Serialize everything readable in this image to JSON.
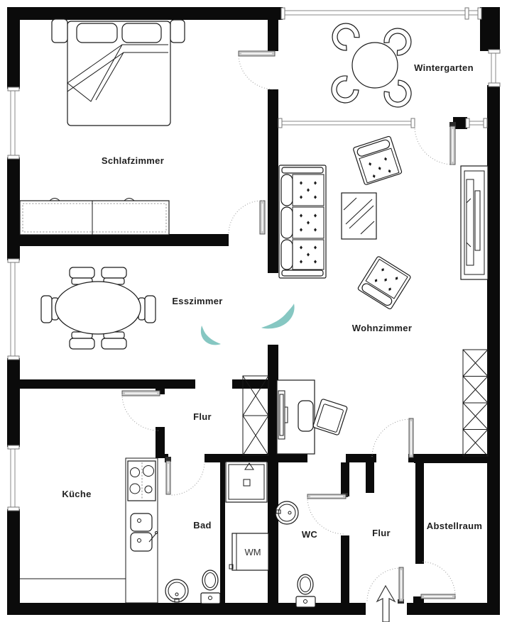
{
  "floorplan": {
    "rooms": [
      {
        "id": "schlafzimmer",
        "label": "Schlafzimmer"
      },
      {
        "id": "wintergarten",
        "label": "Wintergarten"
      },
      {
        "id": "esszimmer",
        "label": "Esszimmer"
      },
      {
        "id": "wohnzimmer",
        "label": "Wohnzimmer"
      },
      {
        "id": "flur-mitte",
        "label": "Flur"
      },
      {
        "id": "kueche",
        "label": "Küche"
      },
      {
        "id": "bad",
        "label": "Bad"
      },
      {
        "id": "wc",
        "label": "WC"
      },
      {
        "id": "flur-eingang",
        "label": "Flur"
      },
      {
        "id": "abstellraum",
        "label": "Abstellraum"
      }
    ],
    "appliances": {
      "washing_machine_label": "WM"
    },
    "colors": {
      "wall": "#0b0b0b",
      "furniture_line": "#1a1a1a",
      "door_leaf": "#c9c9c9",
      "door_arc": "#9a9a9a",
      "watermark_teal": "#86c7c2",
      "label_text": "#1f1f1f"
    }
  }
}
